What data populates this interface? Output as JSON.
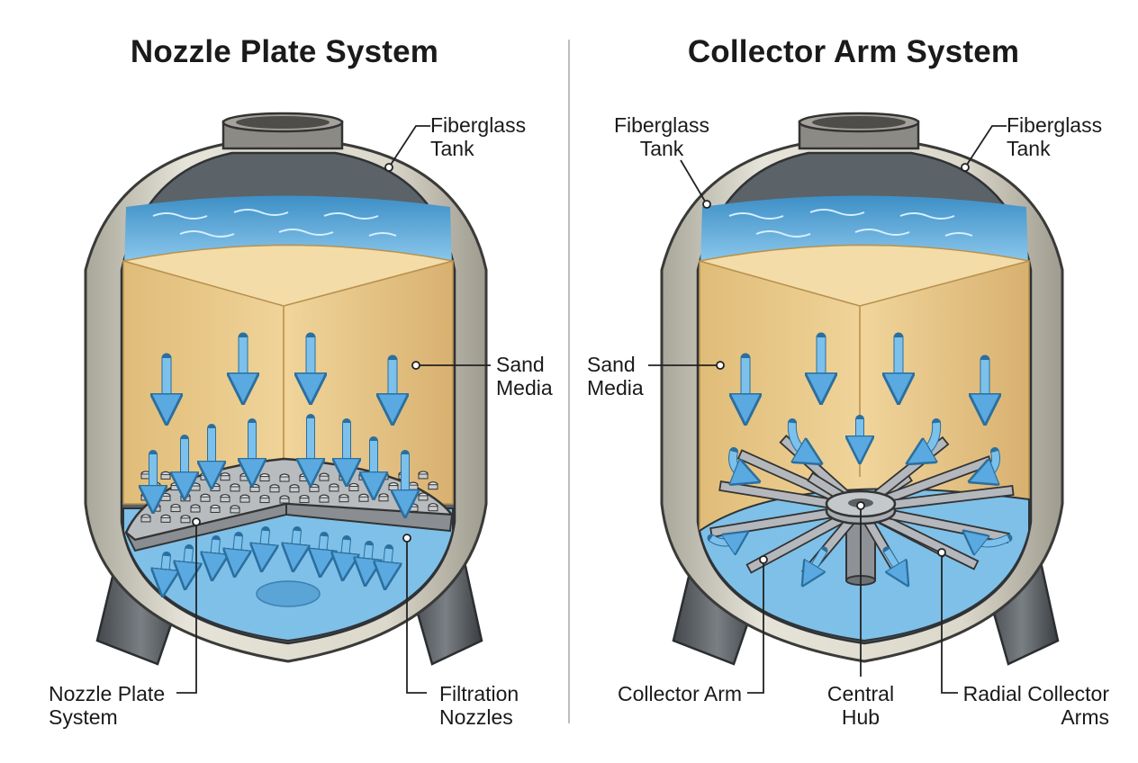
{
  "left": {
    "title": "Nozzle Plate System",
    "labels": {
      "tank": "Fiberglass\nTank",
      "sand": "Sand\nMedia",
      "plate": "Nozzle Plate\nSystem",
      "nozzles": "Filtration\nNozzles"
    }
  },
  "right": {
    "title": "Collector Arm System",
    "labels": {
      "tank_left": "Fiberglass\nTank",
      "tank_right": "Fiberglass\nTank",
      "sand": "Sand\nMedia",
      "arm": "Collector Arm",
      "hub": "Central\nHub",
      "radial": "Radial Collector\nArms"
    }
  },
  "colors": {
    "shell": "#d3cfc2",
    "sand": "#e8c98a",
    "water": "#6fb6e2",
    "arrow": "#5aa9e0",
    "leg": "#5e6368"
  }
}
